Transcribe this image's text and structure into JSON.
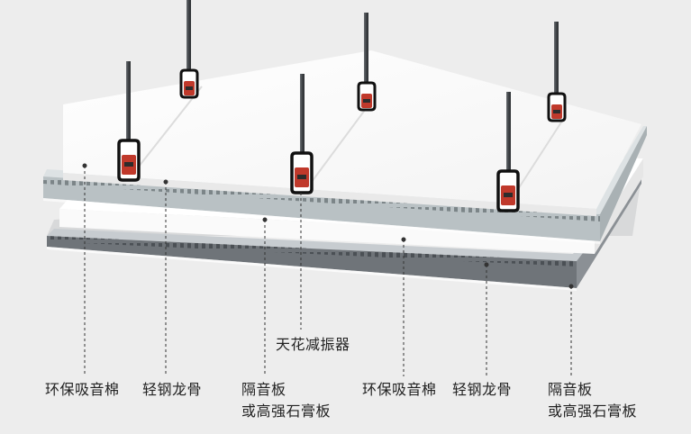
{
  "labels": {
    "damper_center": "天花减振器",
    "insulation_left": "环保吸音棉",
    "keel_left": "轻钢龙骨",
    "board_left_line1": "隔音板",
    "board_left_line2": "或高强石膏板",
    "insulation_right": "环保吸音棉",
    "keel_right": "轻钢龙骨",
    "board_right_line1": "隔音板",
    "board_right_line2": "或高强石膏板"
  },
  "colors": {
    "background": "#ededed",
    "insulation": "#fbfbfb",
    "keel_board": "#b9c1c4",
    "gypsum_board": "#6f7479",
    "rod": "#4a4e52",
    "damper_body": "#c0392b",
    "damper_frame": "#111111"
  }
}
